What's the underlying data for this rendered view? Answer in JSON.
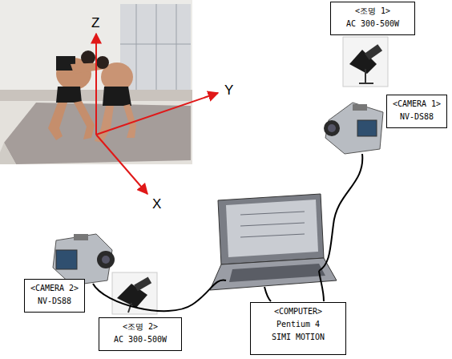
{
  "diagram": {
    "nodes": [
      {
        "text": [
          "<조명 1>",
          "AC 300-500W"
        ]
      },
      {
        "text": [
          "<CAMERA 1>",
          "NV-DS88"
        ]
      },
      {
        "text": [
          "<COMPUTER>",
          "Pentium 4",
          "SIMI MOTION"
        ]
      },
      {
        "text": [
          "<CAMERA 2>",
          "NV-DS88"
        ]
      },
      {
        "text": [
          "<조명 2>",
          "AC 300-500W"
        ]
      }
    ],
    "labels": [
      "Z",
      "Y",
      "X"
    ]
  }
}
